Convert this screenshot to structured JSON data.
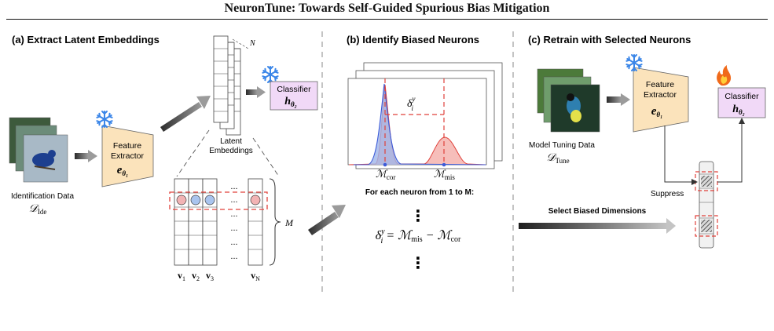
{
  "title": "NeuronTune: Towards Self-Guided Spurious Bias Mitigation",
  "panel_a": {
    "heading": "(a) Extract Latent Embeddings",
    "identification_label": "Identification Data",
    "identification_symbol": "𝒟",
    "identification_sub": "Ide",
    "extractor_line1": "Feature",
    "extractor_line2": "Extractor",
    "extractor_symbol": "e",
    "extractor_sub": "θ₁",
    "latent_line1": "Latent",
    "latent_line2": "Embeddings",
    "n_label": "N",
    "classifier_label": "Classifier",
    "classifier_symbol": "h",
    "classifier_sub": "θ₂",
    "m_label": "M",
    "dots": "...",
    "vectors": [
      "v",
      "v",
      "v",
      "v"
    ],
    "vector_subs": [
      "1",
      "2",
      "3",
      "N"
    ]
  },
  "panel_b": {
    "heading": "(b) Identify Biased Neurons",
    "delta_label": "δ",
    "delta_sup": "y",
    "delta_sub": "i",
    "m_cor": "ℳ",
    "m_cor_sub": "cor",
    "m_mis": "ℳ",
    "m_mis_sub": "mis",
    "loop_text": "For each neuron from 1 to M:",
    "formula_lhs": "δ",
    "formula_eq": " = ℳ",
    "formula_mis": "mis",
    "formula_minus": " − ℳ",
    "formula_cor": "cor",
    "vdots": "⋮"
  },
  "panel_c": {
    "heading": "(c) Retrain with Selected Neurons",
    "extractor_line1": "Feature",
    "extractor_line2": "Extractor",
    "extractor_symbol": "e",
    "extractor_sub": "θ₁",
    "classifier_label": "Classifier",
    "classifier_symbol": "h",
    "classifier_sub": "θ₂",
    "tuning_label": "Model Tuning Data",
    "tuning_symbol": "𝒟",
    "tuning_sub": "Tune",
    "suppress_label": "Suppress",
    "select_label": "Select Biased Dimensions"
  },
  "colors": {
    "extractor_fill": "#fbe3bb",
    "classifier_fill": "#f1d9f7",
    "red": "#e0413b",
    "blue_fill": "#9fb5ea",
    "blue_line": "#3d5bd8",
    "red_fill": "#f3a8a3",
    "snowflake": "#3b86e8",
    "flame": "#f06a1a"
  },
  "icons": {
    "frozen": "snowflake-icon",
    "trainable": "fire-icon"
  }
}
